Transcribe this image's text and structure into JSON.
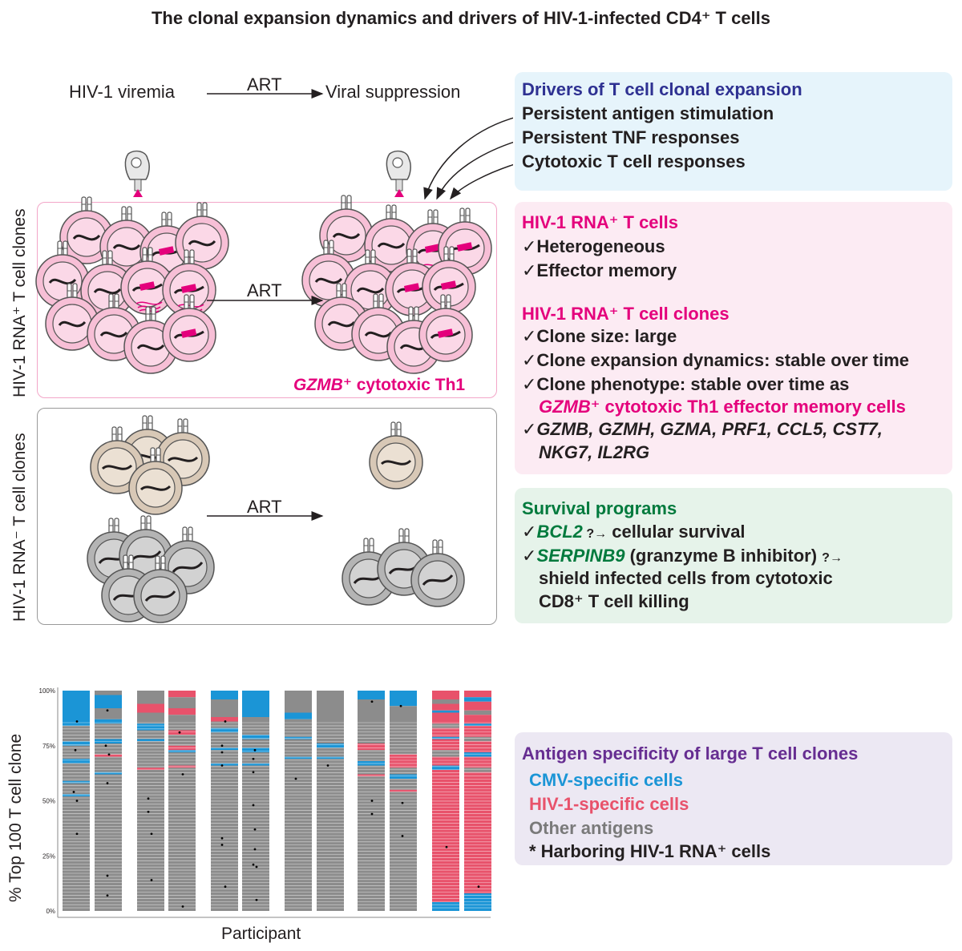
{
  "title": "The clonal expansion dynamics and drivers of HIV-1-infected CD4⁺ T cells",
  "viremia": "HIV-1 viremia",
  "art": "ART",
  "suppression": "Viral suppression",
  "row_label_pos": "HIV-1 RNA⁺ T cell clones",
  "row_label_neg": "HIV-1 RNA⁻ T cell clones",
  "gzmb_label_italic": "GZMB⁺",
  "gzmb_label_rest": " cytotoxic Th1",
  "colors": {
    "magenta": "#e4007c",
    "blue_title": "#2e3192",
    "green_title": "#007a3d",
    "purple_title": "#662d91",
    "cmv": "#1b95d6",
    "hiv": "#e8526b",
    "other": "#8c8c8c",
    "panel_blue": "#e6f4fb",
    "panel_pink": "#fcebf3",
    "panel_green": "#e6f3ea",
    "panel_purple": "#ece8f3"
  },
  "drivers": {
    "title": "Drivers of T cell clonal expansion",
    "items": [
      "Persistent antigen stimulation",
      "Persistent TNF responses",
      "Cytotoxic T cell responses"
    ]
  },
  "hiv_rna_cells": {
    "title": "HIV-1 RNA⁺ T cells",
    "items": [
      "✓Heterogeneous",
      "✓Effector memory"
    ]
  },
  "hiv_rna_clones": {
    "title": "HIV-1 RNA⁺ T cell clones",
    "items": [
      "✓Clone size: large",
      "✓Clone expansion dynamics: stable over time",
      "✓Clone phenotype: stable over time as"
    ],
    "gzmb_line_italic": "GZMB⁺",
    "gzmb_line_rest": " cytotoxic Th1 effector memory cells",
    "genes_line1": "✓GZMB, GZMH, GZMA, PRF1, CCL5, CST7,",
    "genes_line2": "NKG7, IL2RG"
  },
  "survival": {
    "title": "Survival programs",
    "bcl2_gene": "BCL2",
    "bcl2_rest": " cellular survival",
    "serpin_gene": "SERPINB9",
    "serpin_rest": " (granzyme B inhibitor) ",
    "line3": "shield infected cells from cytotoxic",
    "line4": "CD8⁺ T cell killing"
  },
  "antigen": {
    "title": "Antigen specificity of large T cell clones",
    "cmv": "CMV-specific cells",
    "hiv": "HIV-1-specific cells",
    "other": "Other antigens",
    "star": "* Harboring HIV-1 RNA⁺ cells"
  },
  "chart_data": {
    "type": "bar",
    "xlabel": "Participant",
    "ylabel": "% Top 100 T cell clone",
    "y_ticks": [
      "0%",
      "25%",
      "50%",
      "75%",
      "100%"
    ],
    "ylim": [
      0,
      100
    ],
    "series_legend": [
      "CMV-specific cells",
      "HIV-1-specific cells",
      "Other antigens"
    ],
    "bars": [
      {
        "segments": [
          [
            "cmv",
            16
          ],
          [
            "other",
            7
          ],
          [
            "cmv",
            2
          ],
          [
            "other",
            6
          ],
          [
            "cmv",
            2
          ],
          [
            "other",
            8
          ],
          [
            "cmv",
            1
          ],
          [
            "other",
            5
          ],
          [
            "cmv",
            1
          ],
          [
            "other",
            52
          ]
        ],
        "stars": [
          86,
          73,
          54,
          50,
          35
        ]
      },
      {
        "segments": [
          [
            "other",
            2
          ],
          [
            "cmv",
            6
          ],
          [
            "other",
            5
          ],
          [
            "cmv",
            2
          ],
          [
            "other",
            7
          ],
          [
            "cmv",
            2
          ],
          [
            "other",
            5
          ],
          [
            "hiv",
            1
          ],
          [
            "other",
            7
          ],
          [
            "cmv",
            1
          ],
          [
            "other",
            62
          ]
        ],
        "stars": [
          91,
          75,
          71,
          58,
          16,
          7
        ]
      },
      {
        "segments": [
          [
            "other",
            6
          ],
          [
            "hiv",
            4
          ],
          [
            "other",
            5
          ],
          [
            "cmv",
            3
          ],
          [
            "other",
            4
          ],
          [
            "cmv",
            1
          ],
          [
            "other",
            12
          ],
          [
            "hiv",
            1
          ],
          [
            "other",
            64
          ]
        ],
        "stars": [
          51,
          45,
          35,
          14
        ]
      },
      {
        "segments": [
          [
            "hiv",
            3
          ],
          [
            "other",
            5
          ],
          [
            "hiv",
            3
          ],
          [
            "other",
            7
          ],
          [
            "hiv",
            2
          ],
          [
            "other",
            5
          ],
          [
            "hiv",
            2
          ],
          [
            "cmv",
            1
          ],
          [
            "other",
            6
          ],
          [
            "hiv",
            1
          ],
          [
            "other",
            65
          ]
        ],
        "stars": [
          81,
          62,
          2
        ]
      },
      {
        "segments": [
          [
            "cmv",
            4
          ],
          [
            "other",
            8
          ],
          [
            "hiv",
            2
          ],
          [
            "other",
            3
          ],
          [
            "cmv",
            2
          ],
          [
            "other",
            7
          ],
          [
            "cmv",
            1
          ],
          [
            "other",
            6
          ],
          [
            "cmv",
            1
          ],
          [
            "other",
            66
          ]
        ],
        "stars": [
          86,
          75,
          72,
          66,
          33,
          30,
          11
        ]
      },
      {
        "segments": [
          [
            "cmv",
            12
          ],
          [
            "other",
            8
          ],
          [
            "cmv",
            2
          ],
          [
            "other",
            4
          ],
          [
            "cmv",
            2
          ],
          [
            "other",
            5
          ],
          [
            "cmv",
            1
          ],
          [
            "other",
            66
          ]
        ],
        "stars": [
          73,
          69,
          63,
          48,
          37,
          28,
          21,
          20,
          5
        ]
      },
      {
        "segments": [
          [
            "other",
            10
          ],
          [
            "cmv",
            3
          ],
          [
            "other",
            8
          ],
          [
            "cmv",
            1
          ],
          [
            "other",
            8
          ],
          [
            "cmv",
            1
          ],
          [
            "other",
            69
          ]
        ],
        "stars": [
          60
        ]
      },
      {
        "segments": [
          [
            "other",
            24
          ],
          [
            "cmv",
            2
          ],
          [
            "other",
            4
          ],
          [
            "cmv",
            1
          ],
          [
            "other",
            69
          ]
        ],
        "stars": [
          66
        ]
      },
      {
        "segments": [
          [
            "cmv",
            4
          ],
          [
            "other",
            20
          ],
          [
            "hiv",
            3
          ],
          [
            "other",
            5
          ],
          [
            "cmv",
            2
          ],
          [
            "other",
            4
          ],
          [
            "hiv",
            1
          ],
          [
            "other",
            61
          ]
        ],
        "stars": [
          95,
          50,
          44
        ]
      },
      {
        "segments": [
          [
            "cmv",
            7
          ],
          [
            "other",
            22
          ],
          [
            "hiv",
            6
          ],
          [
            "other",
            3
          ],
          [
            "cmv",
            2
          ],
          [
            "other",
            5
          ],
          [
            "hiv",
            1
          ],
          [
            "other",
            54
          ]
        ],
        "stars": [
          93,
          49,
          34
        ]
      },
      {
        "segments": [
          [
            "hiv",
            4
          ],
          [
            "other",
            2
          ],
          [
            "hiv",
            3
          ],
          [
            "cmv",
            1
          ],
          [
            "hiv",
            5
          ],
          [
            "other",
            2
          ],
          [
            "hiv",
            4
          ],
          [
            "cmv",
            1
          ],
          [
            "hiv",
            5
          ],
          [
            "other",
            3
          ],
          [
            "hiv",
            4
          ],
          [
            "cmv",
            2
          ],
          [
            "hiv",
            60
          ],
          [
            "cmv",
            4
          ]
        ],
        "stars": [
          29
        ]
      },
      {
        "segments": [
          [
            "hiv",
            3
          ],
          [
            "cmv",
            2
          ],
          [
            "hiv",
            4
          ],
          [
            "other",
            2
          ],
          [
            "hiv",
            4
          ],
          [
            "cmv",
            1
          ],
          [
            "hiv",
            5
          ],
          [
            "other",
            2
          ],
          [
            "hiv",
            5
          ],
          [
            "cmv",
            2
          ],
          [
            "hiv",
            5
          ],
          [
            "other",
            2
          ],
          [
            "hiv",
            55
          ],
          [
            "cmv",
            8
          ]
        ],
        "stars": [
          11
        ]
      }
    ]
  }
}
